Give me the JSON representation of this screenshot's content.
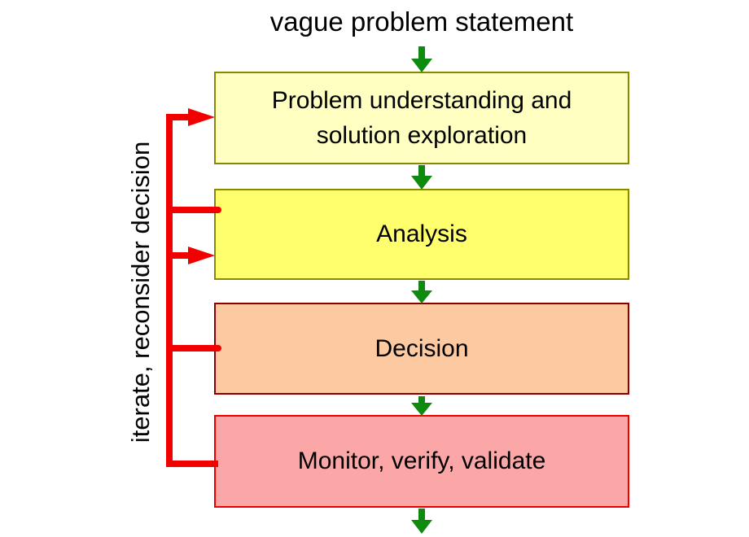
{
  "diagram": {
    "title": "vague problem statement",
    "side_label": "iterate, reconsider decision",
    "boxes": [
      {
        "id": "problem-understanding",
        "label": "Problem understanding and\nsolution exploration",
        "fill": "#FFFFC2",
        "border": "#8A8A00"
      },
      {
        "id": "analysis",
        "label": "Analysis",
        "fill": "#FFFF6E",
        "border": "#8A8A00"
      },
      {
        "id": "decision",
        "label": "Decision",
        "fill": "#FCC9A1",
        "border": "#8B0000"
      },
      {
        "id": "monitor-verify-validate",
        "label": "Monitor, verify, validate",
        "fill": "#FBA7A7",
        "border": "#EE0000"
      }
    ],
    "colors": {
      "flow_arrow": "#0E8A0E",
      "feedback": "#F20000",
      "text": "#000000",
      "background": "#FFFFFF"
    }
  }
}
